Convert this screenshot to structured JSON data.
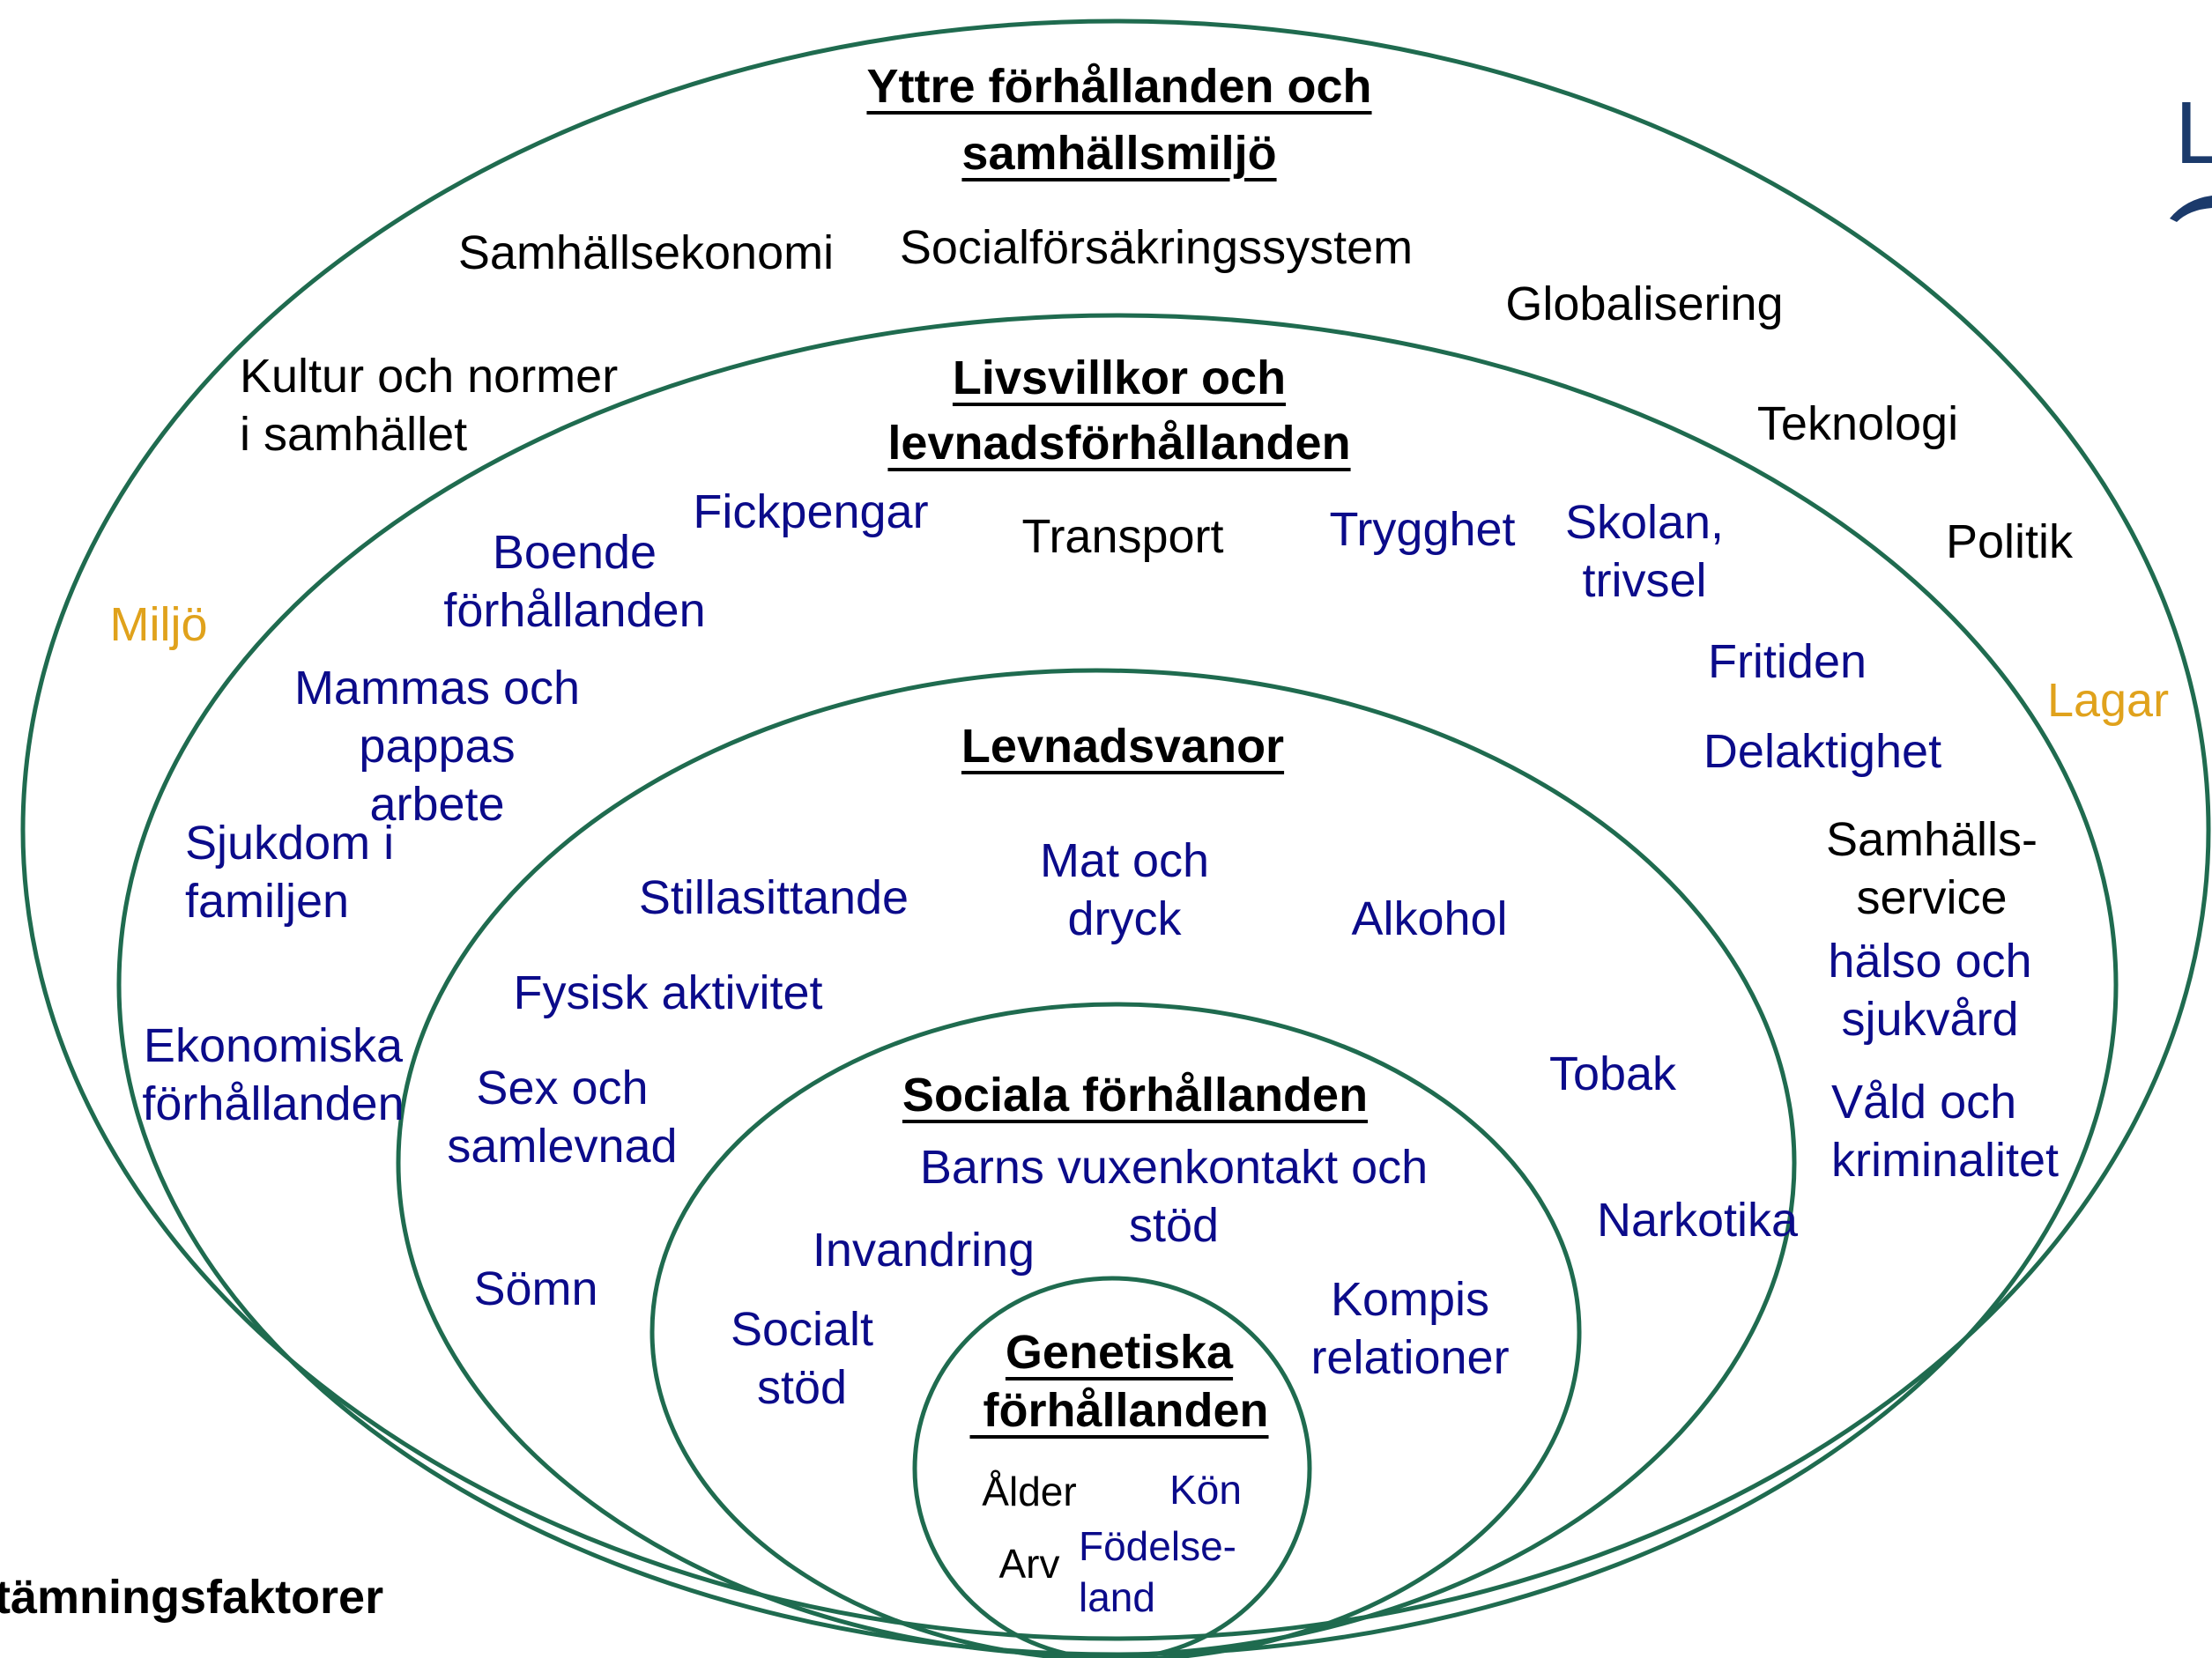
{
  "colors": {
    "ellipse_stroke": "#1f6b4f",
    "black_text": "#000000",
    "blue_text": "#0b0b8a",
    "gold_text": "#e0a21c",
    "logo": "#1b3a6b"
  },
  "layers": {
    "outer": {
      "title": "Yttre förhållanden och\nsamhällsmiljö",
      "items": {
        "samhallsekonomi": "Samhällsekonomi",
        "socialforsakring": "Socialförsäkringssystem",
        "globalisering": "Globalisering",
        "kultur": "Kultur och normer\ni samhället",
        "teknologi": "Teknologi",
        "politik": "Politik",
        "miljo": "Miljö",
        "lagar": "Lagar"
      }
    },
    "living": {
      "title": "Livsvillkor och\nlevnadsförhållanden",
      "items": {
        "fickpengar": "Fickpengar",
        "transport": "Transport",
        "trygghet": "Trygghet",
        "skolan": "Skolan,\ntrivsel",
        "boende": "Boende\nförhållanden",
        "fritiden": "Fritiden",
        "mammas": "Mammas och\npappas\narbete",
        "delaktighet": "Delaktighet",
        "sjukdom": "Sjukdom i\nfamiljen",
        "samhallsservice": "Samhälls-\nservice",
        "halso": "hälso och\nsjukvård",
        "ekonomiska": "Ekonomiska\nförhållanden",
        "vald": "Våld och\nkriminalitet"
      }
    },
    "habits": {
      "title": "Levnadsvanor",
      "items": {
        "stillasittande": "Stillasittande",
        "mat": "Mat och\ndryck",
        "alkohol": "Alkohol",
        "fysisk": "Fysisk aktivitet",
        "sex": "Sex och\nsamlevnad",
        "tobak": "Tobak",
        "narkotika": "Narkotika",
        "somn": "Sömn"
      }
    },
    "social": {
      "title": "Sociala förhållanden",
      "items": {
        "barns": "Barns vuxenkontakt och\nstöd",
        "invandring": "Invandring",
        "socialt_stod": "Socialt\nstöd",
        "kompis": "Kompis\nrelationer"
      }
    },
    "genetic": {
      "title": "Genetiska\n förhållanden",
      "items": {
        "alder": "Ålder",
        "kon": "Kön",
        "arv": "Arv",
        "fodelseland": "Födelse-\nland"
      }
    }
  },
  "footer_fragment": "tämningsfaktorer",
  "logo_fragment": "L"
}
